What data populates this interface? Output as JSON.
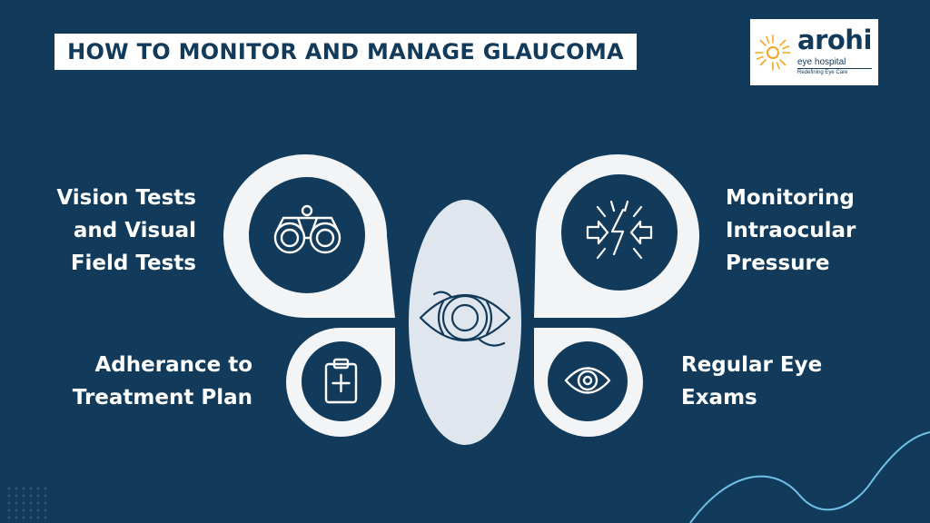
{
  "title": "HOW TO MONITOR AND MANAGE GLAUCOMA",
  "logo": {
    "brand": "arohi",
    "subtitle": "eye hospital",
    "tagline": "Redefining Eye Care"
  },
  "items": [
    {
      "label": "Vision Tests and Visual Field Tests",
      "lines": [
        "Vision Tests",
        "and Visual",
        "Field Tests"
      ],
      "icon": "binoculars-icon"
    },
    {
      "label": "Monitoring Intraocular Pressure",
      "lines": [
        "Monitoring",
        "Intraocular",
        "Pressure"
      ],
      "icon": "pressure-icon"
    },
    {
      "label": "Adherance to Treatment Plan",
      "lines": [
        "Adherance to",
        "Treatment Plan"
      ],
      "icon": "clipboard-icon"
    },
    {
      "label": "Regular Eye Exams",
      "lines": [
        "Regular Eye",
        "Exams"
      ],
      "icon": "eye-icon"
    }
  ],
  "center_icon": "eye-anatomy-icon",
  "colors": {
    "background": "#123a5a",
    "petal": "#f2f4f6",
    "center": "#dfe6ee",
    "accent": "#f5a623",
    "swoosh": "#6fc3e8"
  }
}
